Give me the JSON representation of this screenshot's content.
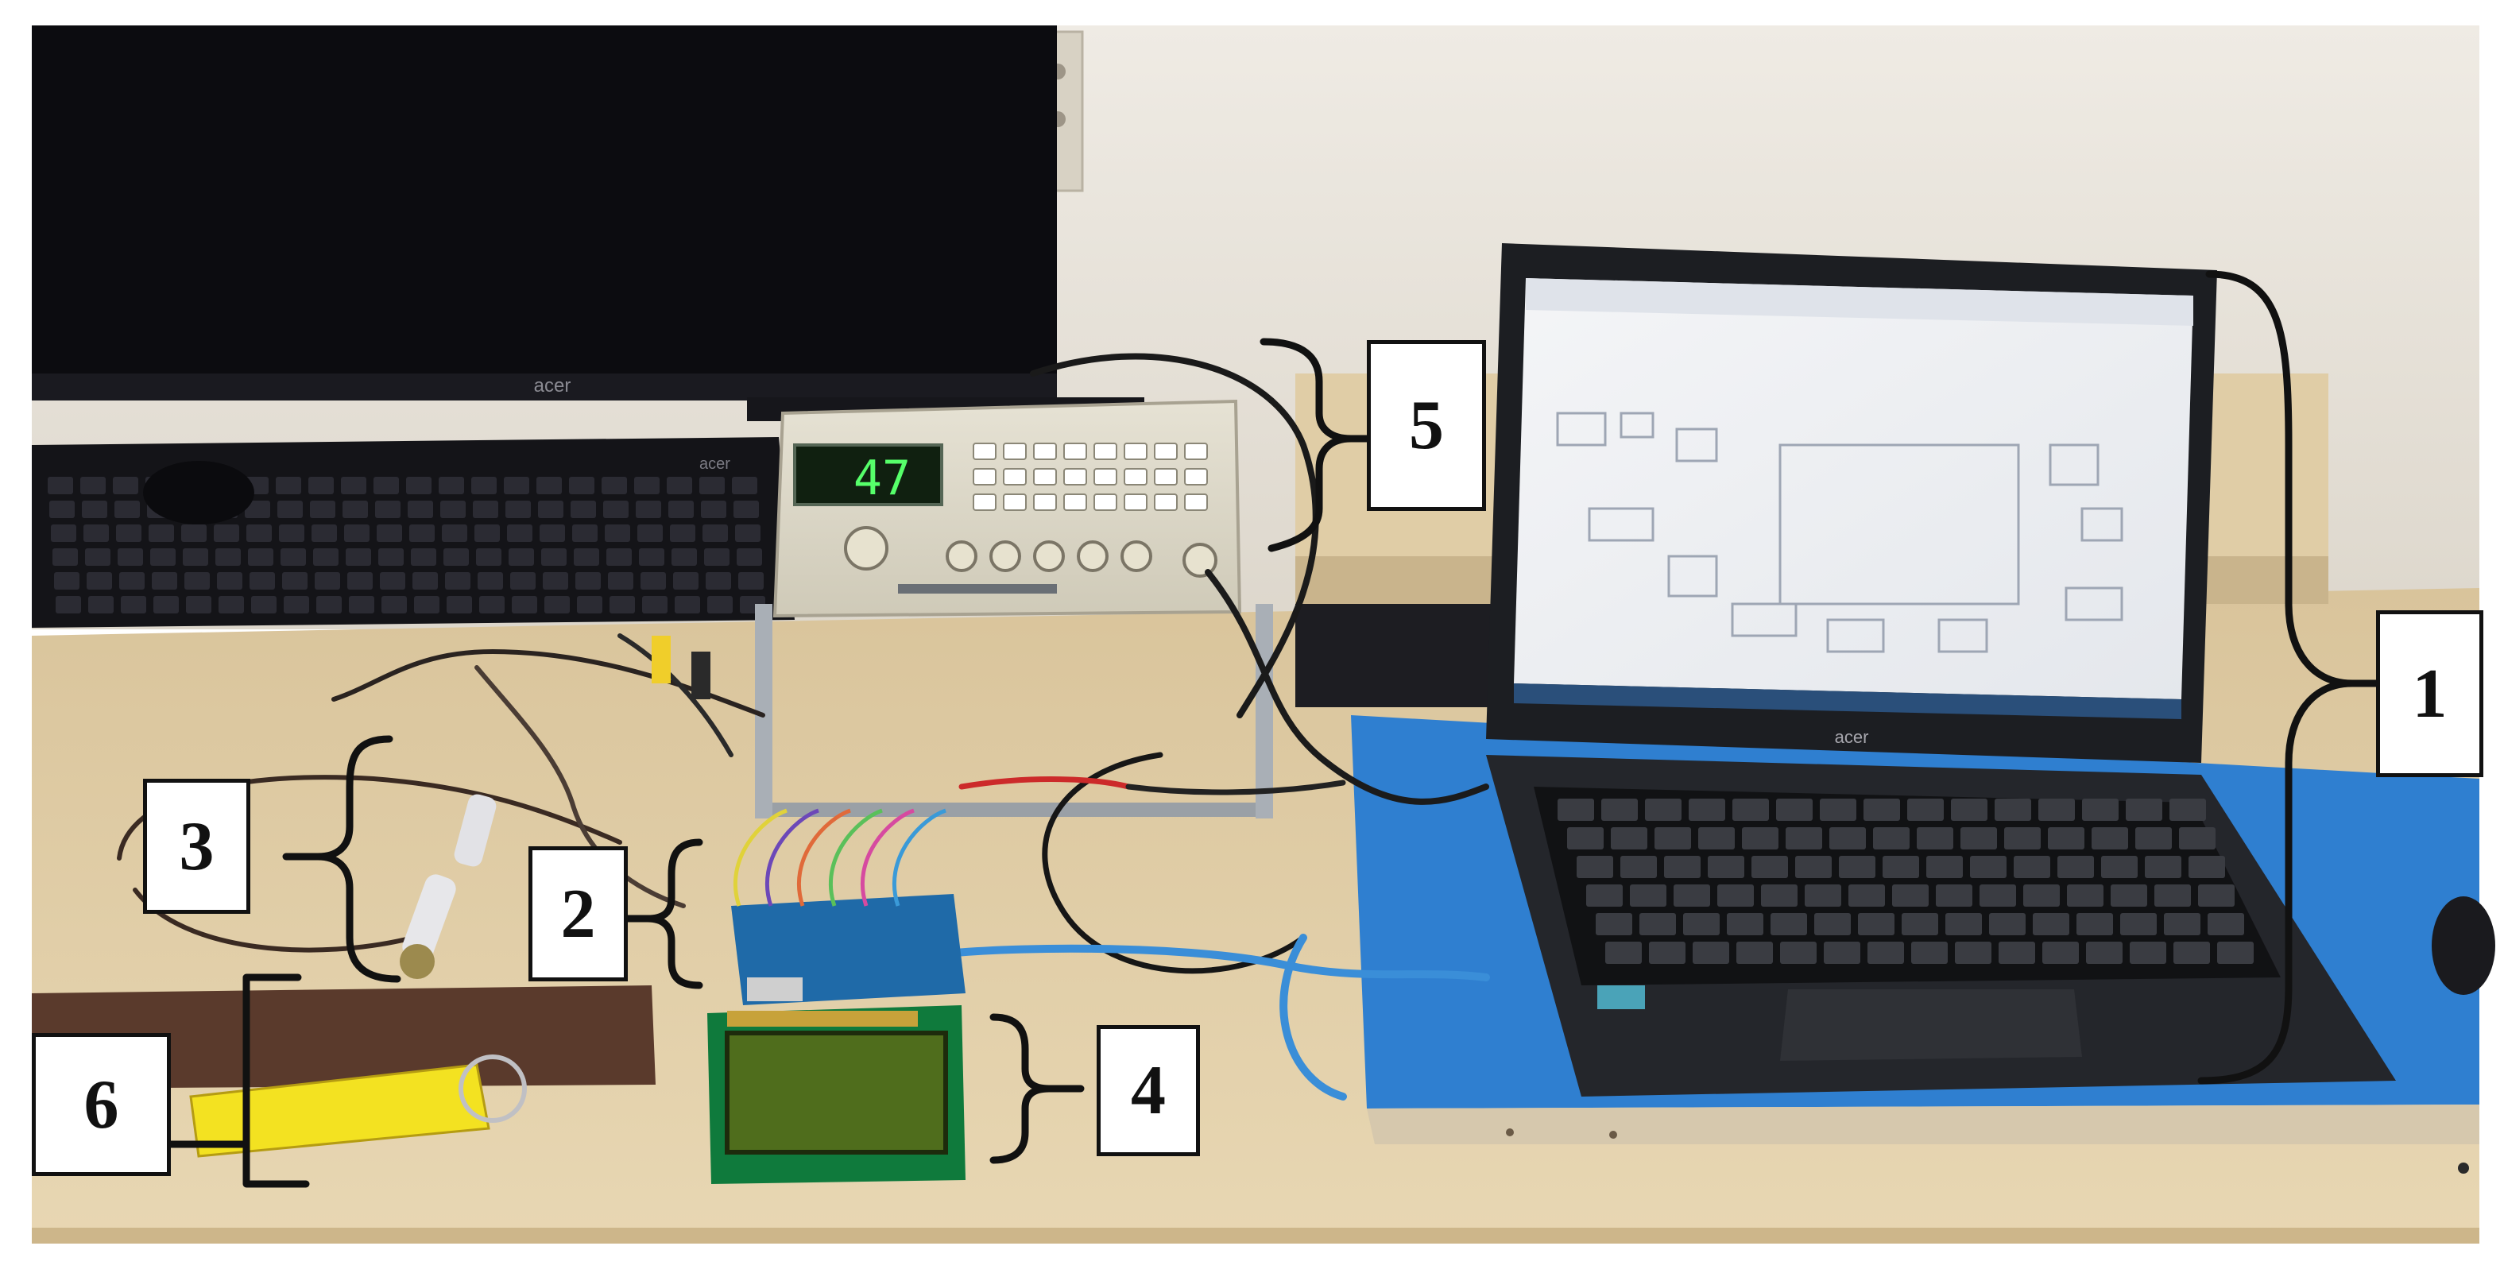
{
  "photo": {
    "callouts": [
      {
        "id": "1",
        "label": "1"
      },
      {
        "id": "2",
        "label": "2"
      },
      {
        "id": "3",
        "label": "3"
      },
      {
        "id": "4",
        "label": "4"
      },
      {
        "id": "5",
        "label": "5"
      },
      {
        "id": "6",
        "label": "6"
      }
    ],
    "brand_monitor": "acer",
    "brand_keyboard": "acer",
    "brand_laptop": "acer",
    "generator_display": "47",
    "colors": {
      "wall": "#e9e4dc",
      "desk": "#e2cfa6",
      "monitor": "#0c0c10",
      "laptop": "#1c1e22",
      "mat": "#2f7fd0",
      "generator": "#dcd8c8",
      "lcd_bg": "#4f6d1c",
      "arduino": "#1f6aa8",
      "keytag": "#f3e221",
      "strip": "#5a3a2c"
    }
  }
}
